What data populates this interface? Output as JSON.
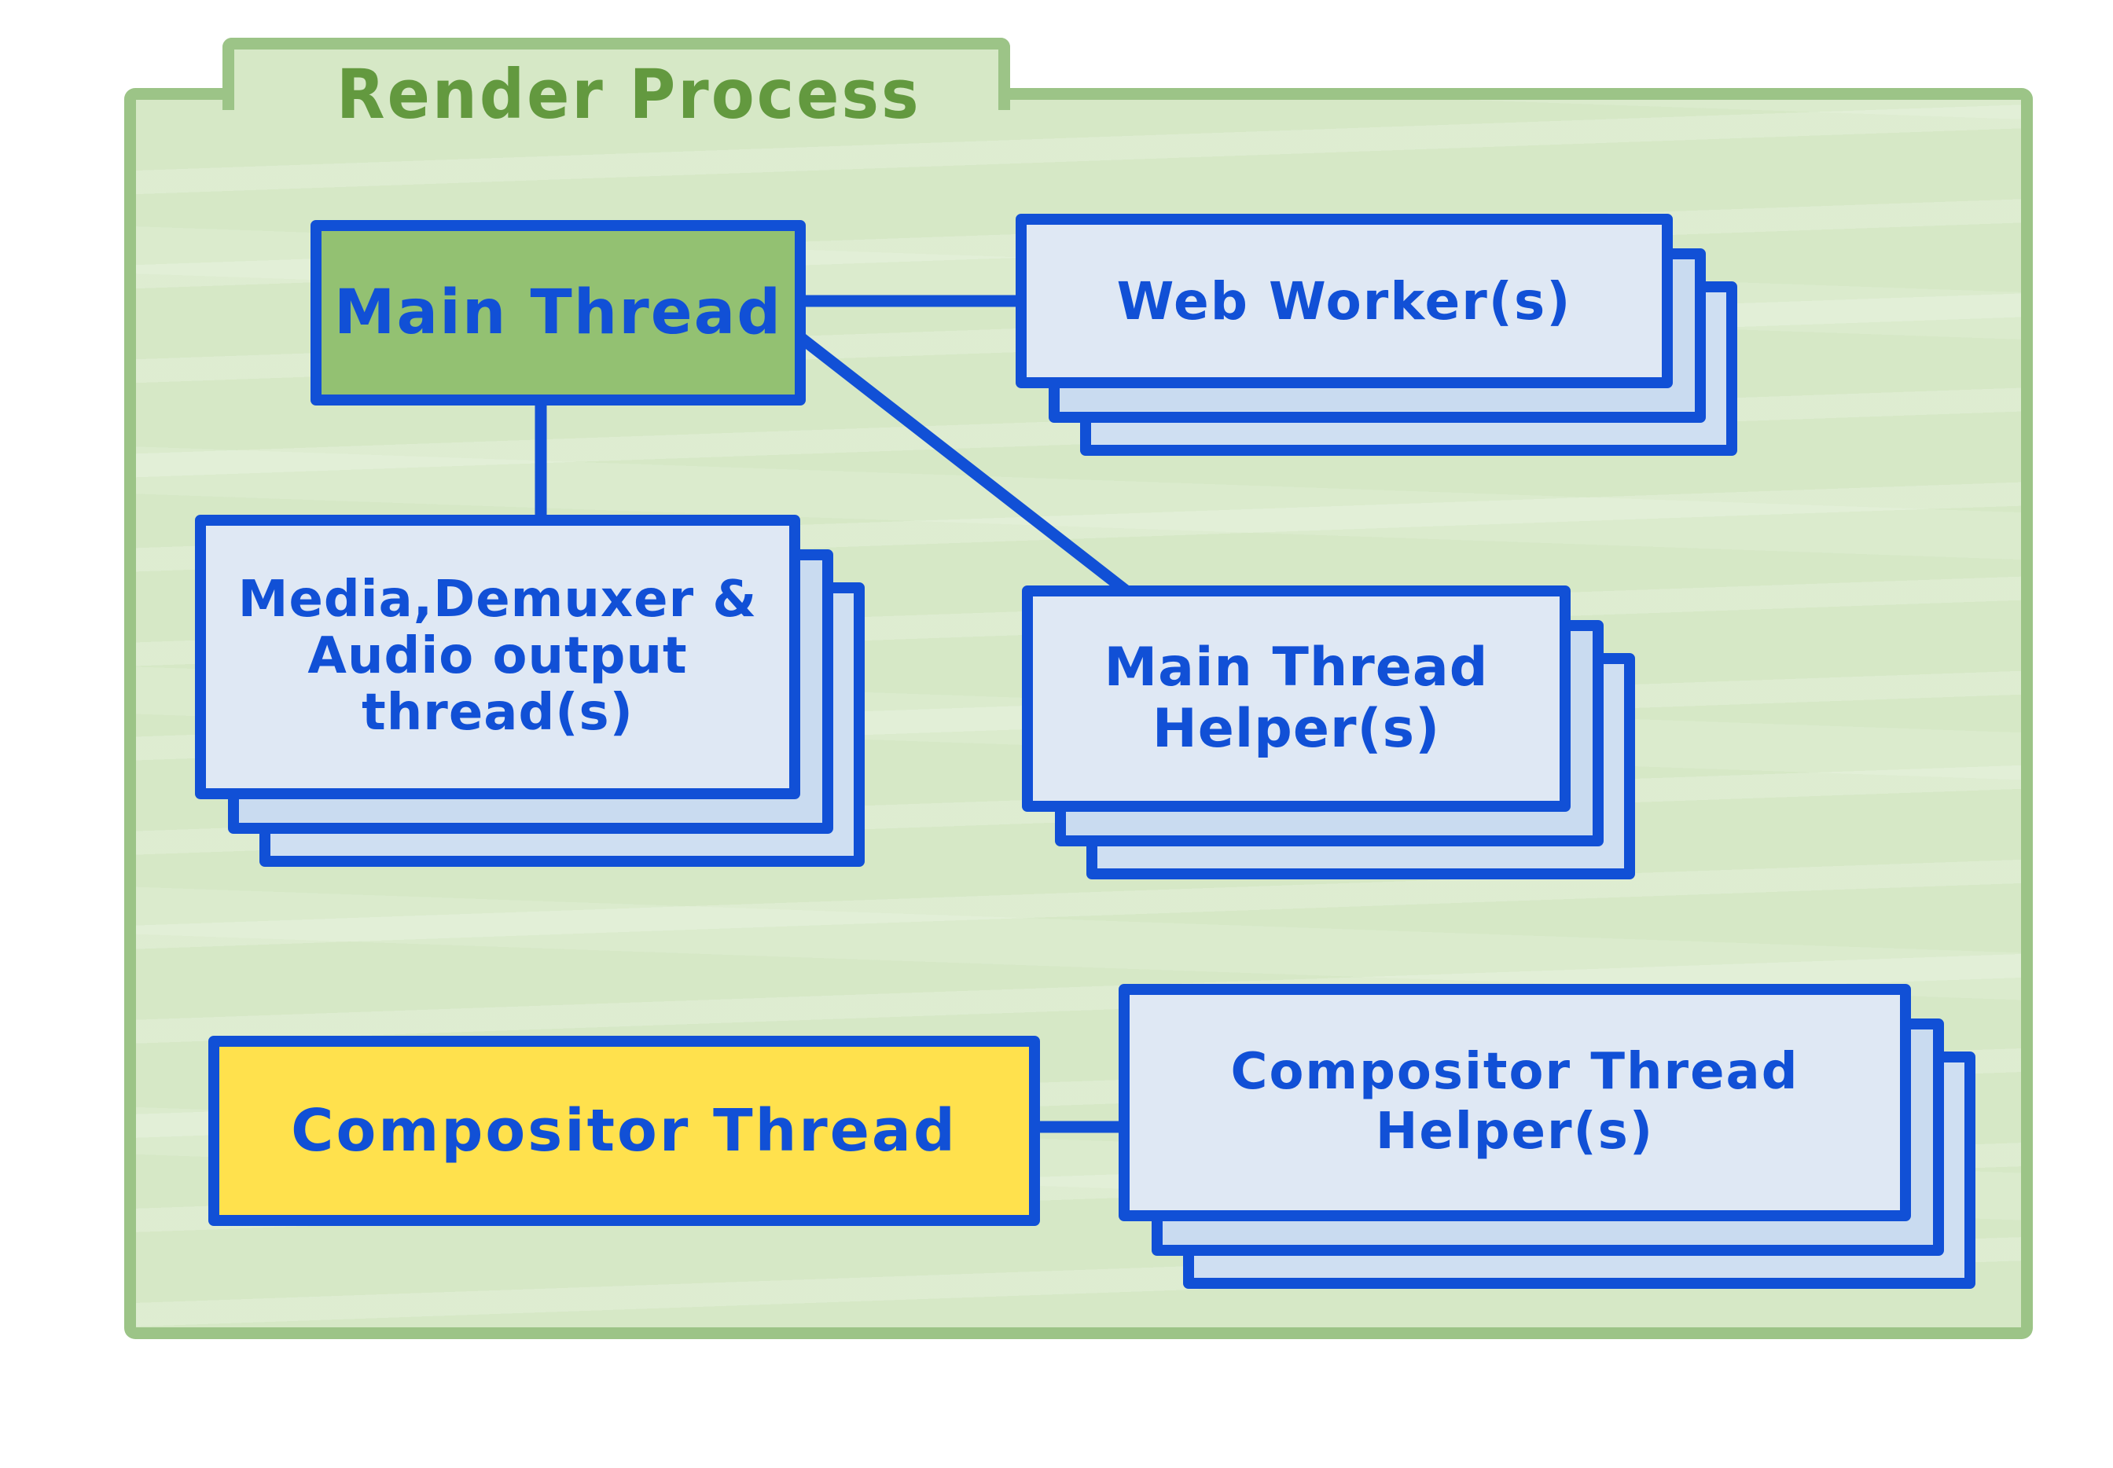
{
  "diagram": {
    "title": "Render Process",
    "nodes": {
      "main_thread": {
        "label": "Main Thread"
      },
      "web_workers": {
        "label": "Web Worker(s)"
      },
      "media_threads": {
        "lines": [
          "Media,Demuxer",
          "& Audio output",
          "thread(s)"
        ]
      },
      "main_thread_helpers": {
        "lines": [
          "Main Thread",
          "Helper(s)"
        ]
      },
      "compositor_thread": {
        "label": "Compositor Thread"
      },
      "compositor_thread_helpers": {
        "lines": [
          "Compositor Thread",
          "Helper(s)"
        ]
      }
    },
    "edges": [
      {
        "from": "Main Thread",
        "to": "Web Worker(s)"
      },
      {
        "from": "Main Thread",
        "to": "Media,Demuxer & Audio output thread(s)"
      },
      {
        "from": "Main Thread",
        "to": "Main Thread Helper(s)"
      },
      {
        "from": "Compositor Thread",
        "to": "Compositor Thread Helper(s)"
      }
    ],
    "colors": {
      "folder_fill": "#d6e8c6",
      "folder_border": "#9cc487",
      "title_green": "#63993f",
      "node_blue": "#1150d6",
      "light_blue_fill": "#dfe8f4",
      "stack_mid_fill": "#c9dbf0",
      "stack_back_fill": "#cfdff2",
      "main_thread_fill": "#93c172",
      "compositor_fill": "#ffe14d"
    }
  }
}
